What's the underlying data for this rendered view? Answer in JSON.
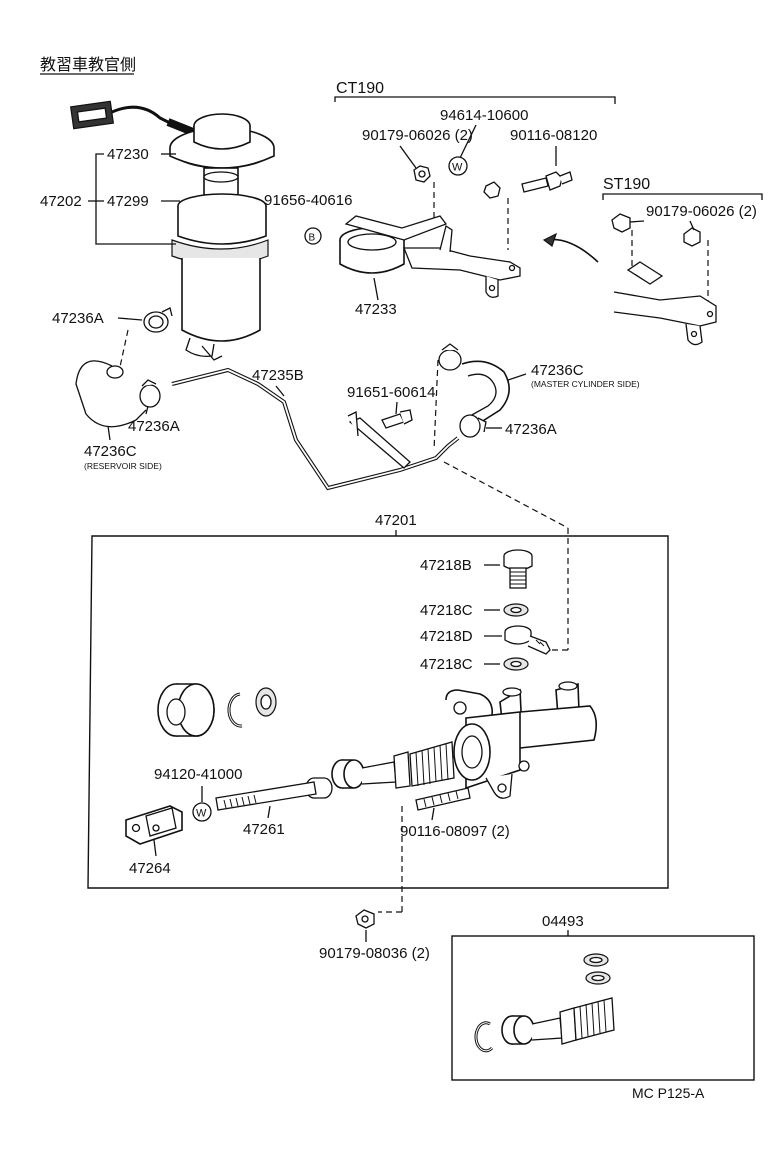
{
  "header": {
    "title": "教習車教官側"
  },
  "variants": {
    "ct": "CT190",
    "st": "ST190"
  },
  "labels": {
    "p47230": "47230",
    "p47202": "47202",
    "p47299": "47299",
    "p91656": "91656-40616",
    "p94614": "94614-10600",
    "p90179a": "90179-06026 (2)",
    "p90116a": "90116-08120",
    "p90179b": "90179-06026 (2)",
    "p47233": "47233",
    "p47236A_1": "47236A",
    "p47235B": "47235B",
    "p91651": "91651-60614",
    "p47236C_m": "47236C",
    "note_master": "(MASTER CYLINDER SIDE)",
    "p47236A_2": "47236A",
    "p47236A_3": "47236A",
    "p47236C_r": "47236C",
    "note_reservoir": "(RESERVOIR SIDE)",
    "p47201": "47201",
    "p47218B": "47218B",
    "p47218C_1": "47218C",
    "p47218D": "47218D",
    "p47218C_2": "47218C",
    "p94120": "94120-41000",
    "p47261": "47261",
    "p47264": "47264",
    "p90116b": "90116-08097 (2)",
    "p90179c": "90179-08036 (2)",
    "p04493": "04493"
  },
  "symbols": {
    "washer": "W",
    "bolt": "B"
  },
  "footer": {
    "code": "MC P125-A"
  }
}
